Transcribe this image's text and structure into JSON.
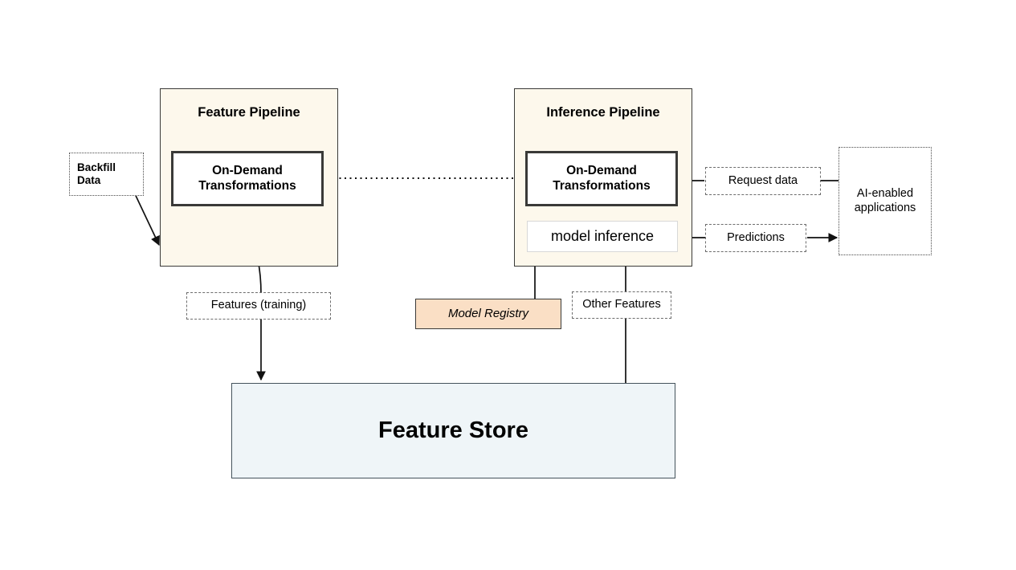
{
  "diagram": {
    "title": "Feature Store architecture with on-demand transformations",
    "colors": {
      "pipeline_fill": "#fdf8ec",
      "pipeline_stroke": "#3a3a38",
      "process_fill": "#ffffff",
      "process_stroke": "#3a3a38",
      "registry_fill": "#fadfc5",
      "store_fill": "#eff5f8",
      "store_stroke": "#45535c",
      "dashed_stroke": "#6d6d6d",
      "dotted_stroke": "#4a4a4a",
      "edge_stroke": "#111111"
    }
  },
  "nodes": {
    "feature_pipeline": {
      "label": "Feature Pipeline"
    },
    "inference_pipeline": {
      "label": "Inference Pipeline"
    },
    "ondemand_feature": {
      "line1": "On-Demand",
      "line2": "Transformations"
    },
    "ondemand_inference": {
      "line1": "On-Demand",
      "line2": "Transformations"
    },
    "model_inference": {
      "label": "model inference"
    },
    "backfill_data": {
      "line1": "Backfill",
      "line2": "Data"
    },
    "features_training": {
      "label": "Features (training)"
    },
    "model_registry": {
      "label": "Model Registry"
    },
    "other_features": {
      "label": "Other Features"
    },
    "request_data": {
      "label": "Request data"
    },
    "predictions": {
      "label": "Predictions"
    },
    "ai_applications": {
      "line1": "AI-enabled",
      "line2": "applications"
    },
    "feature_store": {
      "label": "Feature Store"
    }
  },
  "edges": [
    {
      "id": "backfill-to-feature-pipeline",
      "from": "backfill_data",
      "to": "feature_pipeline",
      "style": "solid",
      "arrow": "end"
    },
    {
      "id": "ondemand-feature-to-features-training",
      "from": "ondemand_feature",
      "to": "features_training",
      "style": "solid-curved",
      "arrow": "none"
    },
    {
      "id": "features-training-to-feature-store",
      "from": "features_training",
      "to": "feature_store",
      "style": "solid",
      "arrow": "end"
    },
    {
      "id": "ondemand-feature-to-ondemand-inference",
      "from": "ondemand_feature",
      "to": "ondemand_inference",
      "style": "dotted",
      "arrow": "none"
    },
    {
      "id": "request-data-to-ondemand-inference",
      "from": "request_data",
      "to": "ondemand_inference",
      "style": "solid",
      "arrow": "end"
    },
    {
      "id": "ai-applications-to-request-data",
      "from": "ai_applications",
      "to": "request_data",
      "style": "solid",
      "arrow": "none"
    },
    {
      "id": "ondemand-inference-to-model-inference",
      "from": "ondemand_inference",
      "to": "model_inference",
      "style": "solid",
      "arrow": "end"
    },
    {
      "id": "model-inference-to-predictions",
      "from": "model_inference",
      "to": "predictions",
      "style": "solid",
      "arrow": "none"
    },
    {
      "id": "predictions-to-ai-applications",
      "from": "predictions",
      "to": "ai_applications",
      "style": "solid",
      "arrow": "end"
    },
    {
      "id": "model-registry-to-model-inference",
      "from": "model_registry",
      "to": "model_inference",
      "style": "solid",
      "arrow": "end"
    },
    {
      "id": "other-features-to-model-inference",
      "from": "other_features",
      "to": "model_inference",
      "style": "solid",
      "arrow": "end"
    },
    {
      "id": "feature-store-to-other-features",
      "from": "feature_store",
      "to": "other_features",
      "style": "solid",
      "arrow": "none"
    }
  ]
}
